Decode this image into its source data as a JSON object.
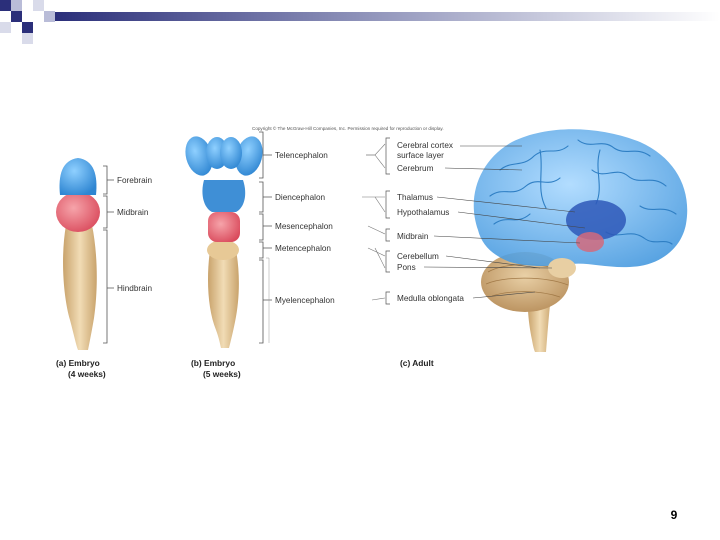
{
  "slide": {
    "page_number": "9",
    "copyright": "Copyright © The McGraw-Hill Companies, Inc. Permission required for reproduction or display."
  },
  "colors": {
    "banner_navy": "#2b2f7a",
    "forebrain_blue": "#3f97dd",
    "midbrain_pink": "#e2646f",
    "hindbrain_tan": "#e0c191",
    "adult_brain_blue": "#5aa9e6",
    "thalamus_blue": "#2e58b8"
  },
  "embryo_4wk": {
    "labels": [
      "Forebrain",
      "Midbrain",
      "Hindbrain"
    ],
    "caption_line1": "(a) Embryo",
    "caption_line2": "(4 weeks)"
  },
  "embryo_5wk": {
    "labels": [
      "Telencephalon",
      "Diencephalon",
      "Mesencephalon",
      "Metencephalon",
      "Myelencephalon"
    ],
    "caption_line1": "(b) Embryo",
    "caption_line2": "(5 weeks)"
  },
  "adult": {
    "labels": [
      "Cerebral cortex",
      "surface layer",
      "Cerebrum",
      "Thalamus",
      "Hypothalamus",
      "Midbrain",
      "Cerebellum",
      "Pons",
      "Medulla oblongata"
    ],
    "caption": "(c) Adult"
  }
}
